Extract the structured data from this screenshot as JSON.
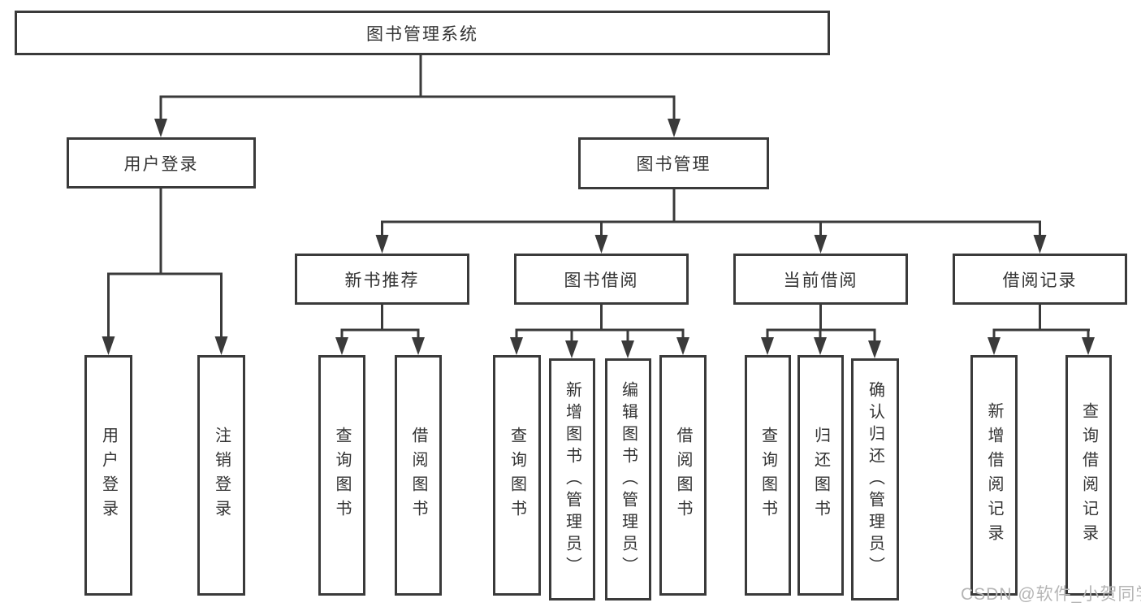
{
  "colors": {
    "line": "#3a3a3a",
    "border": "#3a3a3a",
    "text": "#333333",
    "watermark": "#b5b5b5",
    "background": "#ffffff"
  },
  "watermark": "CSDN @软件_小贺同学",
  "tree": {
    "root": {
      "label": "图书管理系统"
    },
    "branches": [
      {
        "label": "用户登录",
        "children": [
          {
            "label": "用户登录"
          },
          {
            "label": "注销登录"
          }
        ]
      },
      {
        "label": "图书管理",
        "children": [
          {
            "label": "新书推荐",
            "children": [
              {
                "label": "查询图书"
              },
              {
                "label": "借阅图书"
              }
            ]
          },
          {
            "label": "图书借阅",
            "children": [
              {
                "label": "查询图书"
              },
              {
                "label": "新增图书（管理员）"
              },
              {
                "label": "编辑图书（管理员）"
              },
              {
                "label": "借阅图书"
              }
            ]
          },
          {
            "label": "当前借阅",
            "children": [
              {
                "label": "查询图书"
              },
              {
                "label": "归还图书"
              },
              {
                "label": "确认归还（管理员）"
              }
            ]
          },
          {
            "label": "借阅记录",
            "children": [
              {
                "label": "新增借阅记录"
              },
              {
                "label": "查询借阅记录"
              }
            ]
          }
        ]
      }
    ]
  }
}
